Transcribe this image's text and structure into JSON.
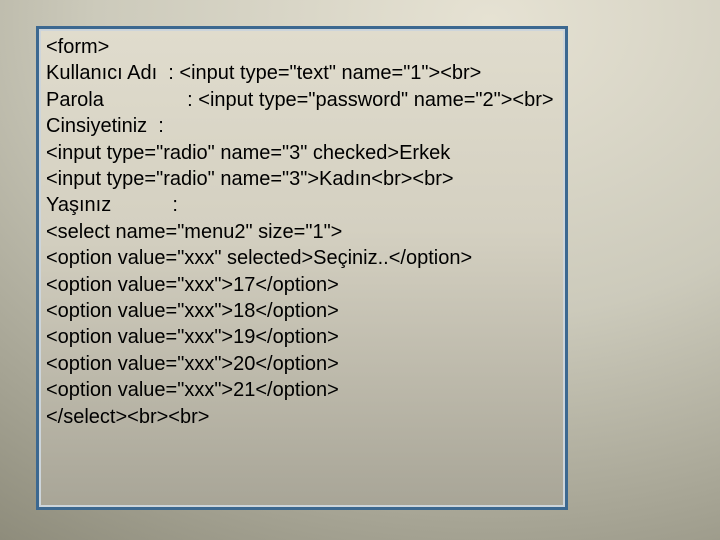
{
  "slide": {
    "description": "Presentation slide showing literal HTML form source code inside a blue-bordered box",
    "code_lines": [
      "<form>",
      "Kullanıcı Adı  : <input type=\"text\" name=\"1\"><br>",
      "Parola               : <input type=\"password\" name=\"2\"><br>",
      "Cinsiyetiniz  :",
      "<input type=\"radio\" name=\"3\" checked>Erkek",
      "<input type=\"radio\" name=\"3\">Kadın<br><br>",
      "Yaşınız           :",
      "<select name=\"menu2\" size=\"1\">",
      "<option value=\"xxx\" selected>Seçiniz..</option>",
      "<option value=\"xxx\">17</option>",
      "<option value=\"xxx\">18</option>",
      "<option value=\"xxx\">19</option>",
      "<option value=\"xxx\">20</option>",
      "<option value=\"xxx\">21</option>",
      "</select><br><br>"
    ],
    "colors": {
      "box_border": "#3c6890",
      "box_border_highlight": "#cdd5db",
      "box_fill_top": "#e0dccd",
      "box_fill_mid": "#d4d0c1",
      "box_fill_bottom": "#a8a597",
      "page_bg_light": "#e6e2d3",
      "page_bg_mid": "#cccabb",
      "page_bg_dark": "#82806f",
      "text_color": "#000000"
    }
  }
}
